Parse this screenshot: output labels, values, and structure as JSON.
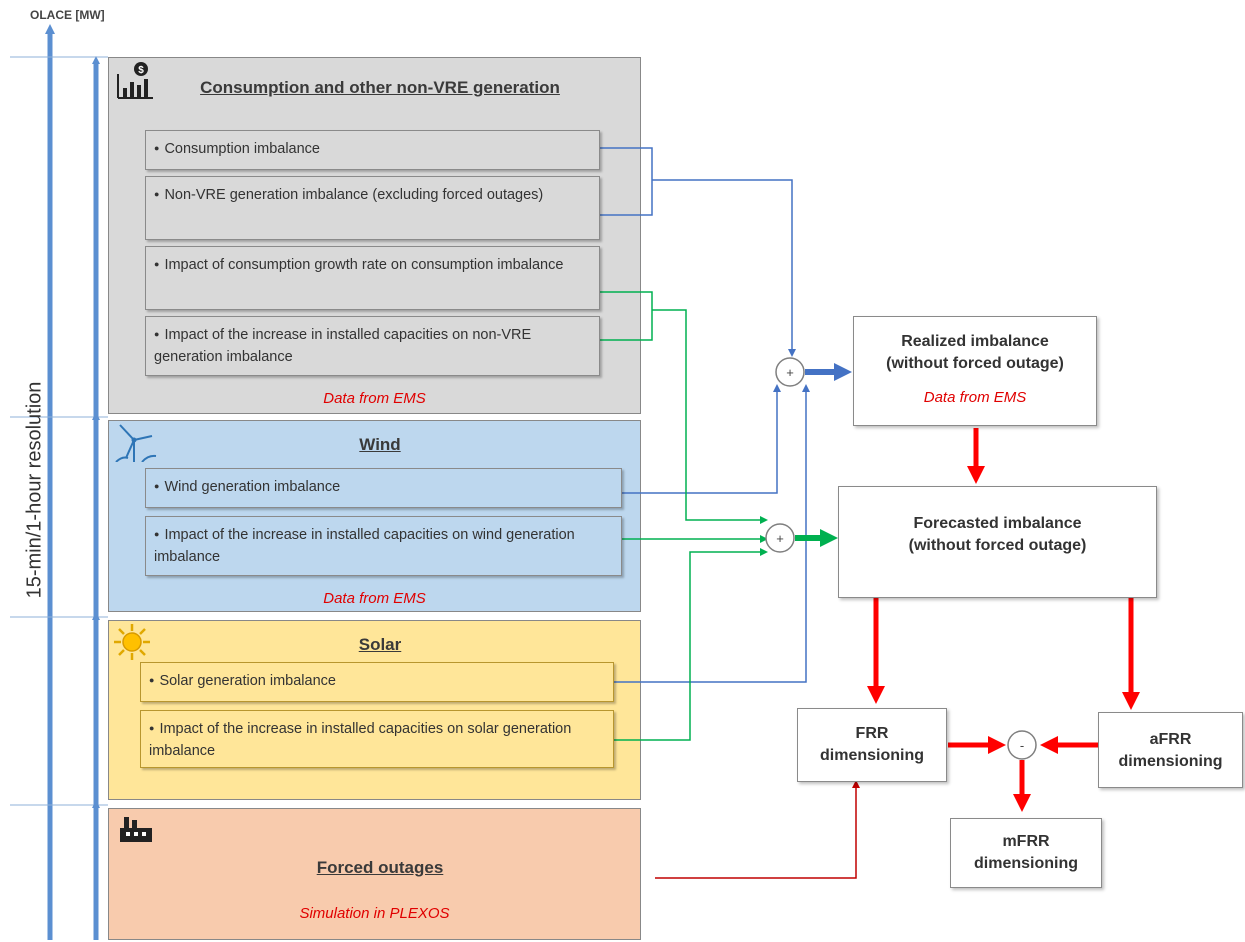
{
  "axis_label": "OLACE [MW]",
  "resolution_label": "15-min/1-hour resolution",
  "groups": {
    "consumption": {
      "title": "Consumption and other non-VRE generation",
      "items": [
        "Consumption imbalance",
        "Non-VRE generation imbalance (excluding forced outages)",
        "Impact of consumption growth rate on consumption imbalance",
        "Impact of the increase in installed capacities on non-VRE generation imbalance"
      ],
      "note": "Data from EMS"
    },
    "wind": {
      "title": "Wind",
      "items": [
        "Wind generation imbalance",
        "Impact of the increase in installed capacities on wind generation imbalance"
      ],
      "note": "Data from EMS"
    },
    "solar": {
      "title": "Solar",
      "items": [
        "Solar generation imbalance",
        "Impact of the increase in installed capacities on solar generation imbalance"
      ]
    },
    "forced": {
      "title": "Forced outages",
      "note": "Simulation in PLEXOS"
    }
  },
  "boxes": {
    "realized": {
      "line1": "Realized imbalance",
      "line2": "(without forced outage)",
      "note": "Data from EMS"
    },
    "forecasted": {
      "line1": "Forecasted imbalance",
      "line2": "(without forced outage)"
    },
    "frr": {
      "line1": "FRR",
      "line2": "dimensioning"
    },
    "afrr": {
      "line1": "aFRR",
      "line2": "dimensioning"
    },
    "mfrr": {
      "line1": "mFRR",
      "line2": "dimensioning"
    }
  },
  "operators": {
    "sum1": "+",
    "sum2": "+",
    "diff": "-"
  },
  "icons": [
    "chart-money-icon",
    "wind-turbine-icon",
    "sun-icon",
    "factory-icon"
  ],
  "colors": {
    "blue_line": "#4472c4",
    "green_line": "#00b050",
    "red_arrow": "#ff0000",
    "consumption_bg": "#d9d9d9",
    "wind_bg": "#bdd7ee",
    "solar_bg": "#ffe699",
    "forced_bg": "#f8cbad",
    "note_red": "#e00000"
  }
}
